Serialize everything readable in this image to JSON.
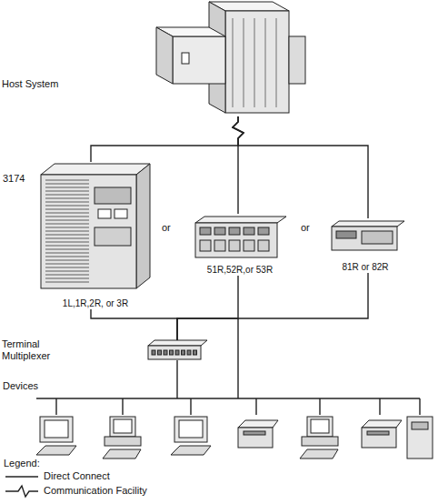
{
  "diagram": {
    "nodes": [
      {
        "text": [
          "Host System"
        ]
      },
      {
        "text": [
          "1L,1R,2R, or 3R"
        ]
      },
      {
        "text": [
          "51R,52R,or 53R"
        ]
      },
      {
        "text": [
          "81R or 82R"
        ]
      },
      {
        "text": [
          "Terminal Multiplexer"
        ]
      }
    ],
    "edges": [
      {
        "from": 0,
        "to": 1,
        "arrow": "none"
      },
      {
        "from": 0,
        "to": 2,
        "arrow": "none"
      },
      {
        "from": 0,
        "to": 3,
        "arrow": "none"
      },
      {
        "from": 1,
        "to": 4,
        "arrow": "none"
      },
      {
        "from": 2,
        "to": 4,
        "arrow": "none"
      },
      {
        "from": 3,
        "to": 4,
        "arrow": "none"
      }
    ],
    "labels": [
      "3174",
      "or",
      "or",
      "Devices",
      "Legend:"
    ],
    "legend": [
      {
        "text": "Direct Connect"
      },
      {
        "text": "Communication Facility"
      }
    ]
  }
}
